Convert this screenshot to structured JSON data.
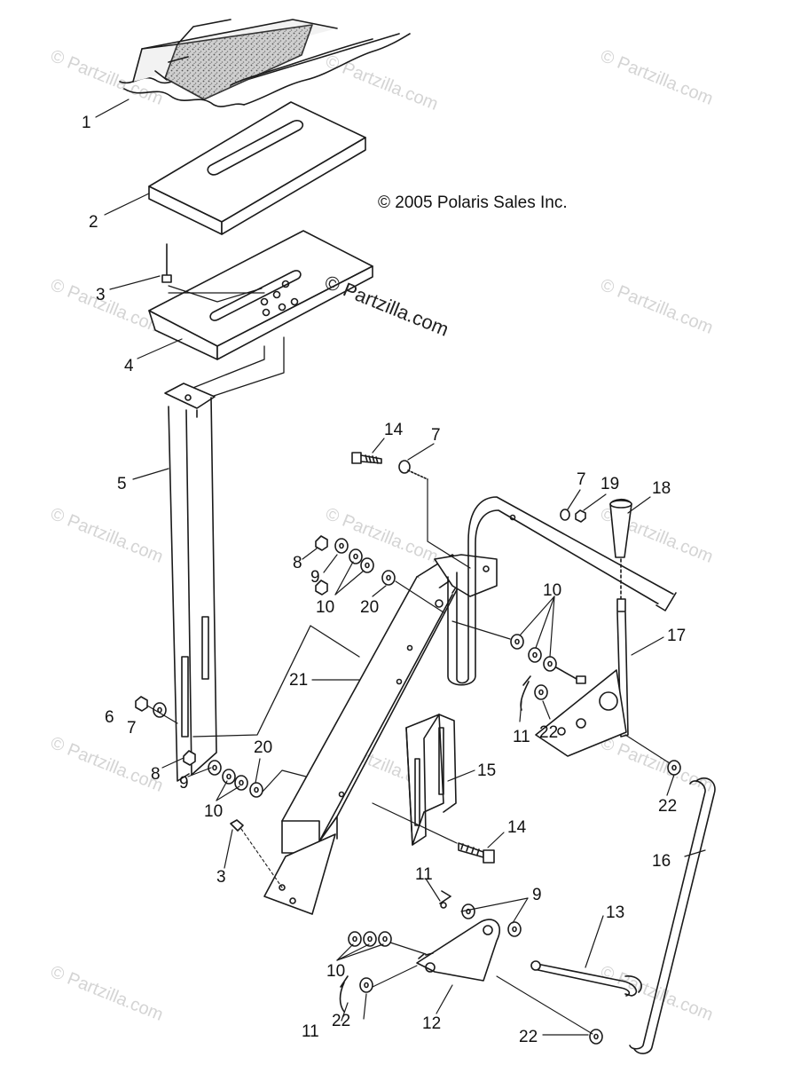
{
  "copyright": "© 2005 Polaris Sales Inc.",
  "watermark": "© Partzilla.com",
  "watermark_large": "© Partzilla.com",
  "callouts": [
    {
      "id": "c1",
      "text": "1"
    },
    {
      "id": "c2",
      "text": "2"
    },
    {
      "id": "c3a",
      "text": "3"
    },
    {
      "id": "c4",
      "text": "4"
    },
    {
      "id": "c5",
      "text": "5"
    },
    {
      "id": "c6",
      "text": "6"
    },
    {
      "id": "c7a",
      "text": "7"
    },
    {
      "id": "c14a",
      "text": "14"
    },
    {
      "id": "c7b",
      "text": "7"
    },
    {
      "id": "c7c",
      "text": "7"
    },
    {
      "id": "c19",
      "text": "19"
    },
    {
      "id": "c18",
      "text": "18"
    },
    {
      "id": "c8a",
      "text": "8"
    },
    {
      "id": "c9a",
      "text": "9"
    },
    {
      "id": "c10a",
      "text": "10"
    },
    {
      "id": "c20a",
      "text": "20"
    },
    {
      "id": "c10b",
      "text": "10"
    },
    {
      "id": "c17",
      "text": "17"
    },
    {
      "id": "c21",
      "text": "21"
    },
    {
      "id": "c11a",
      "text": "11"
    },
    {
      "id": "c22a",
      "text": "22"
    },
    {
      "id": "c20b",
      "text": "20"
    },
    {
      "id": "c8b",
      "text": "8"
    },
    {
      "id": "c9b",
      "text": "9"
    },
    {
      "id": "c10c",
      "text": "10"
    },
    {
      "id": "c3b",
      "text": "3"
    },
    {
      "id": "c15",
      "text": "15"
    },
    {
      "id": "c22b",
      "text": "22"
    },
    {
      "id": "c14b",
      "text": "14"
    },
    {
      "id": "c16",
      "text": "16"
    },
    {
      "id": "c11b",
      "text": "11"
    },
    {
      "id": "c9c",
      "text": "9"
    },
    {
      "id": "c13",
      "text": "13"
    },
    {
      "id": "c10d",
      "text": "10"
    },
    {
      "id": "c11c",
      "text": "11"
    },
    {
      "id": "c22c",
      "text": "22"
    },
    {
      "id": "c12",
      "text": "12"
    },
    {
      "id": "c22d",
      "text": "22"
    }
  ]
}
